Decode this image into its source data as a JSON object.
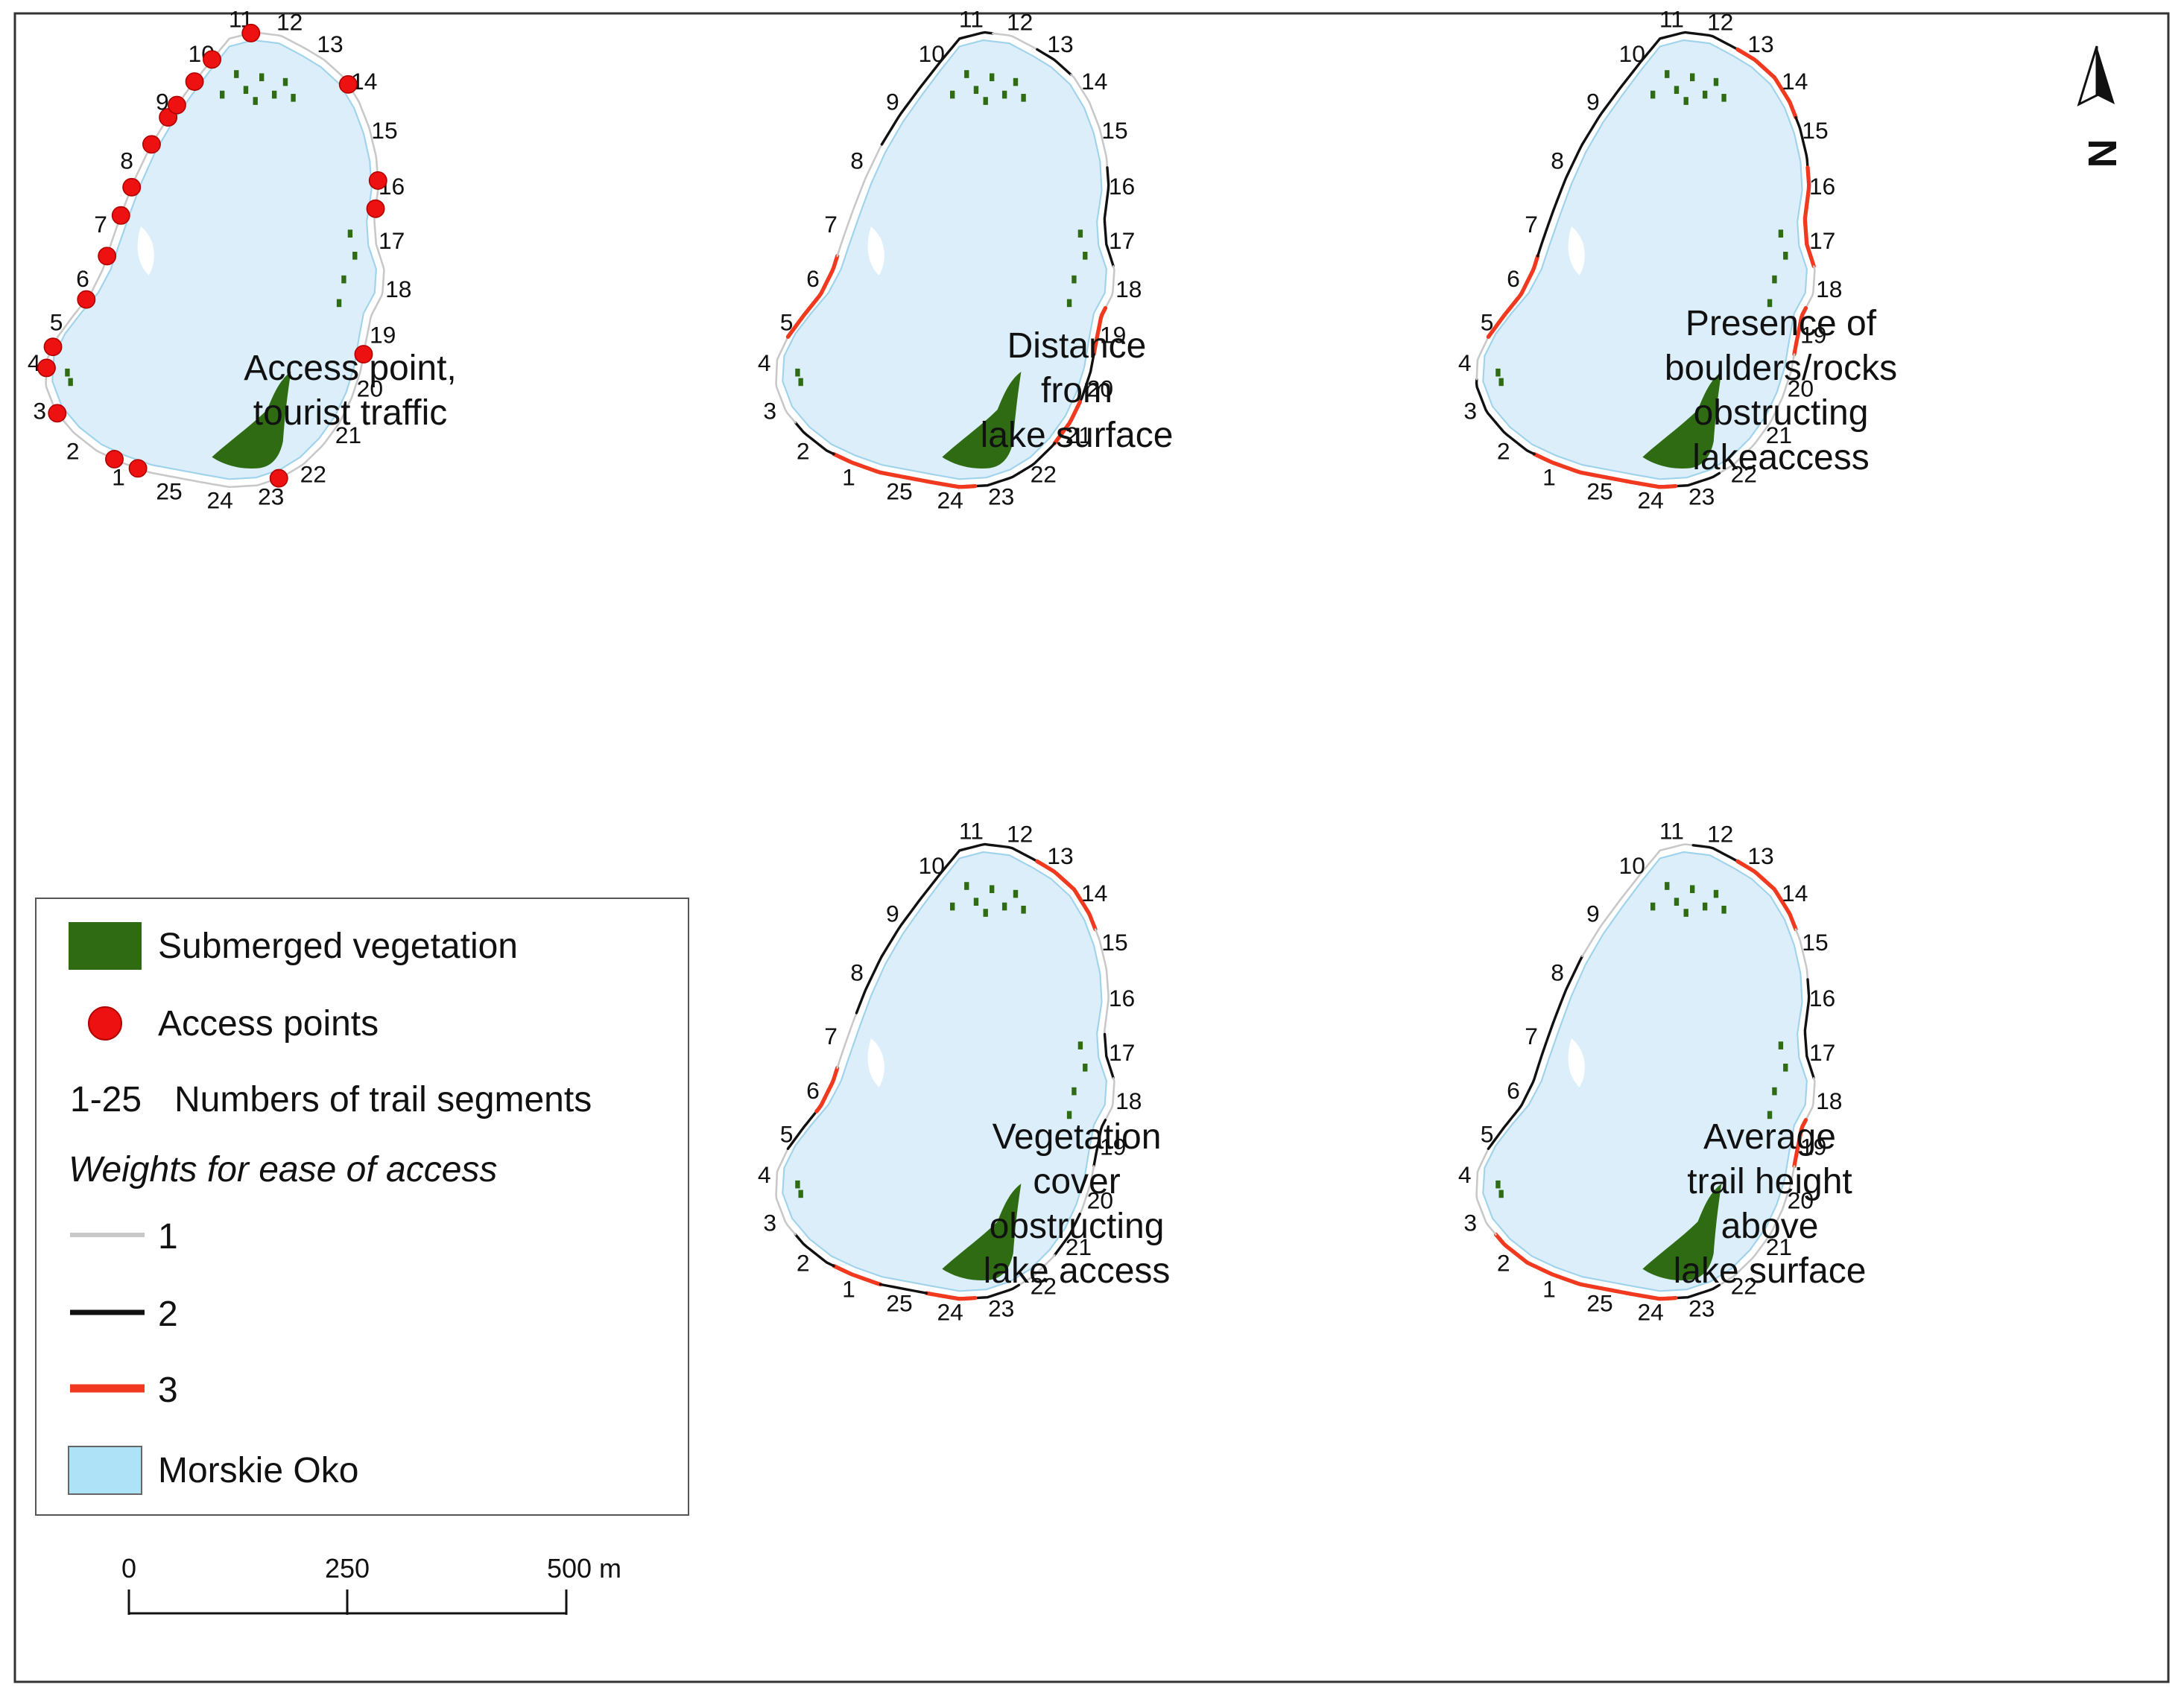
{
  "colors": {
    "lake": "#dbeef9",
    "lake_outline": "#9fd3ec",
    "vegetation": "#2e6b12",
    "access_point": "#ee1111",
    "weight_1": "#c8c8c8",
    "weight_2": "#111111",
    "weight_3": "#f0391e",
    "frame": "#333333"
  },
  "maps": [
    {
      "id": "access",
      "title_lines": [
        "Access point,",
        "tourist traffic"
      ],
      "show_access_points": true,
      "weights": [
        1,
        1,
        1,
        1,
        1,
        1,
        1,
        1,
        1,
        1,
        1,
        1,
        1,
        1,
        1,
        1,
        1,
        1,
        1,
        1,
        1,
        1,
        1,
        1,
        1
      ]
    },
    {
      "id": "distance",
      "title_lines": [
        "Distance",
        "from",
        "lake surface"
      ],
      "show_access_points": false,
      "weights": [
        3,
        2,
        1,
        1,
        3,
        3,
        1,
        1,
        2,
        2,
        2,
        1,
        2,
        1,
        1,
        2,
        2,
        1,
        3,
        2,
        3,
        2,
        2,
        3,
        3
      ]
    },
    {
      "id": "boulders",
      "title_lines": [
        "Presence of",
        "boulders/rocks",
        "obstructing",
        "lakeaccess"
      ],
      "show_access_points": false,
      "weights": [
        3,
        2,
        2,
        1,
        3,
        3,
        2,
        2,
        2,
        2,
        2,
        2,
        3,
        3,
        2,
        3,
        3,
        1,
        3,
        1,
        1,
        1,
        2,
        3,
        3
      ]
    },
    {
      "id": "vegetation",
      "title_lines": [
        "Vegetation",
        "cover",
        "obstructing",
        "lake access"
      ],
      "show_access_points": false,
      "weights": [
        3,
        2,
        1,
        1,
        2,
        3,
        1,
        2,
        2,
        2,
        2,
        2,
        3,
        3,
        1,
        1,
        2,
        1,
        2,
        1,
        2,
        1,
        2,
        3,
        2
      ]
    },
    {
      "id": "height",
      "title_lines": [
        "Average",
        "trail height",
        "above",
        "lake surface"
      ],
      "show_access_points": false,
      "weights": [
        3,
        3,
        1,
        1,
        2,
        2,
        2,
        2,
        1,
        1,
        1,
        2,
        3,
        3,
        1,
        2,
        2,
        1,
        3,
        1,
        1,
        1,
        2,
        3,
        3
      ]
    }
  ],
  "segment_numbers": [
    "1",
    "2",
    "3",
    "4",
    "5",
    "6",
    "7",
    "8",
    "9",
    "10",
    "11",
    "12",
    "13",
    "14",
    "15",
    "16",
    "17",
    "18",
    "19",
    "20",
    "21",
    "22",
    "23",
    "24",
    "25"
  ],
  "legend": {
    "items": [
      {
        "label": "Submerged vegetation",
        "symbol": "vegetation-swatch"
      },
      {
        "label": "Access points",
        "symbol": "access-point-dot"
      },
      {
        "prefix": "1-25",
        "label": "Numbers of trail segments",
        "symbol": "none"
      },
      {
        "label": "Weights for ease of access",
        "symbol": "heading"
      },
      {
        "label": "1",
        "symbol": "line-weight-1"
      },
      {
        "label": "2",
        "symbol": "line-weight-2"
      },
      {
        "label": "3",
        "symbol": "line-weight-3"
      },
      {
        "label": "Morskie Oko",
        "symbol": "lake-swatch"
      }
    ]
  },
  "scale_bar": {
    "ticks": [
      "0",
      "250",
      "500 m"
    ]
  },
  "north_arrow": {
    "label": "N"
  }
}
